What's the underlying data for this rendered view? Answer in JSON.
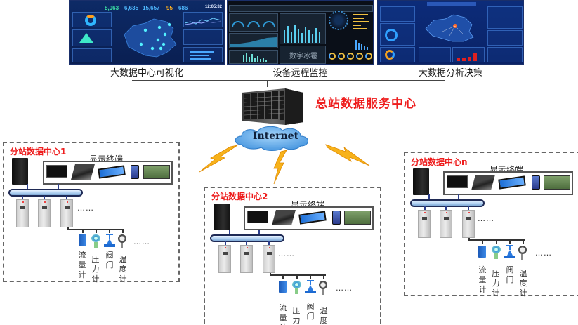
{
  "title": "总站数据服务中心",
  "top_dashboards": [
    {
      "caption": "大数据中心可视化",
      "kpis": [
        "8,063",
        "6,635",
        "15,657",
        "95",
        "686"
      ],
      "kpi_colors": [
        "#3ee8a8",
        "#4fb8ff",
        "#4fb8ff",
        "#ffb020",
        "#4fb8ff"
      ],
      "clock": "12:05:32"
    },
    {
      "caption": "设备远程监控",
      "watermark": "数字冰雹"
    },
    {
      "caption": "大数据分析决策"
    }
  ],
  "center": {
    "label": "总站数据服务中心",
    "cloud_label": "Internet"
  },
  "stations": [
    {
      "title": "分站数据中心1",
      "terminals_label": "显示终端",
      "terminals": [
        "monitor",
        "laptop",
        "tablet",
        "phone",
        "large-screen"
      ],
      "cabinets": 3,
      "ellipsis": "……",
      "sensors": [
        {
          "type": "flowmeter",
          "label": "流量计"
        },
        {
          "type": "pressure-gauge",
          "label": "压力计"
        },
        {
          "type": "valve",
          "label": "阀门"
        },
        {
          "type": "thermometer",
          "label": "温度计"
        }
      ],
      "sensor_ellipsis": "……"
    },
    {
      "title": "分站数据中心2",
      "terminals_label": "显示终端",
      "terminals": [
        "monitor",
        "laptop",
        "tablet",
        "phone",
        "large-screen"
      ],
      "cabinets": 3,
      "ellipsis": "……",
      "sensors": [
        {
          "type": "flowmeter",
          "label": "流量计"
        },
        {
          "type": "pressure-gauge",
          "label": "压力计"
        },
        {
          "type": "valve",
          "label": "阀门"
        },
        {
          "type": "thermometer",
          "label": "温度计"
        }
      ],
      "sensor_ellipsis": "……"
    },
    {
      "title": "分站数据中心n",
      "terminals_label": "显示终端",
      "terminals": [
        "monitor",
        "laptop",
        "tablet",
        "phone",
        "large-screen"
      ],
      "cabinets": 3,
      "ellipsis": "……",
      "sensors": [
        {
          "type": "flowmeter",
          "label": "流量计"
        },
        {
          "type": "pressure-gauge",
          "label": "压力计"
        },
        {
          "type": "valve",
          "label": "阀门"
        },
        {
          "type": "thermometer",
          "label": "温度计"
        }
      ],
      "sensor_ellipsis": "……"
    }
  ],
  "colors": {
    "accent_red": "#ee1c1c",
    "bolt": "#f5a623",
    "cloud": "#5aa8e8"
  }
}
